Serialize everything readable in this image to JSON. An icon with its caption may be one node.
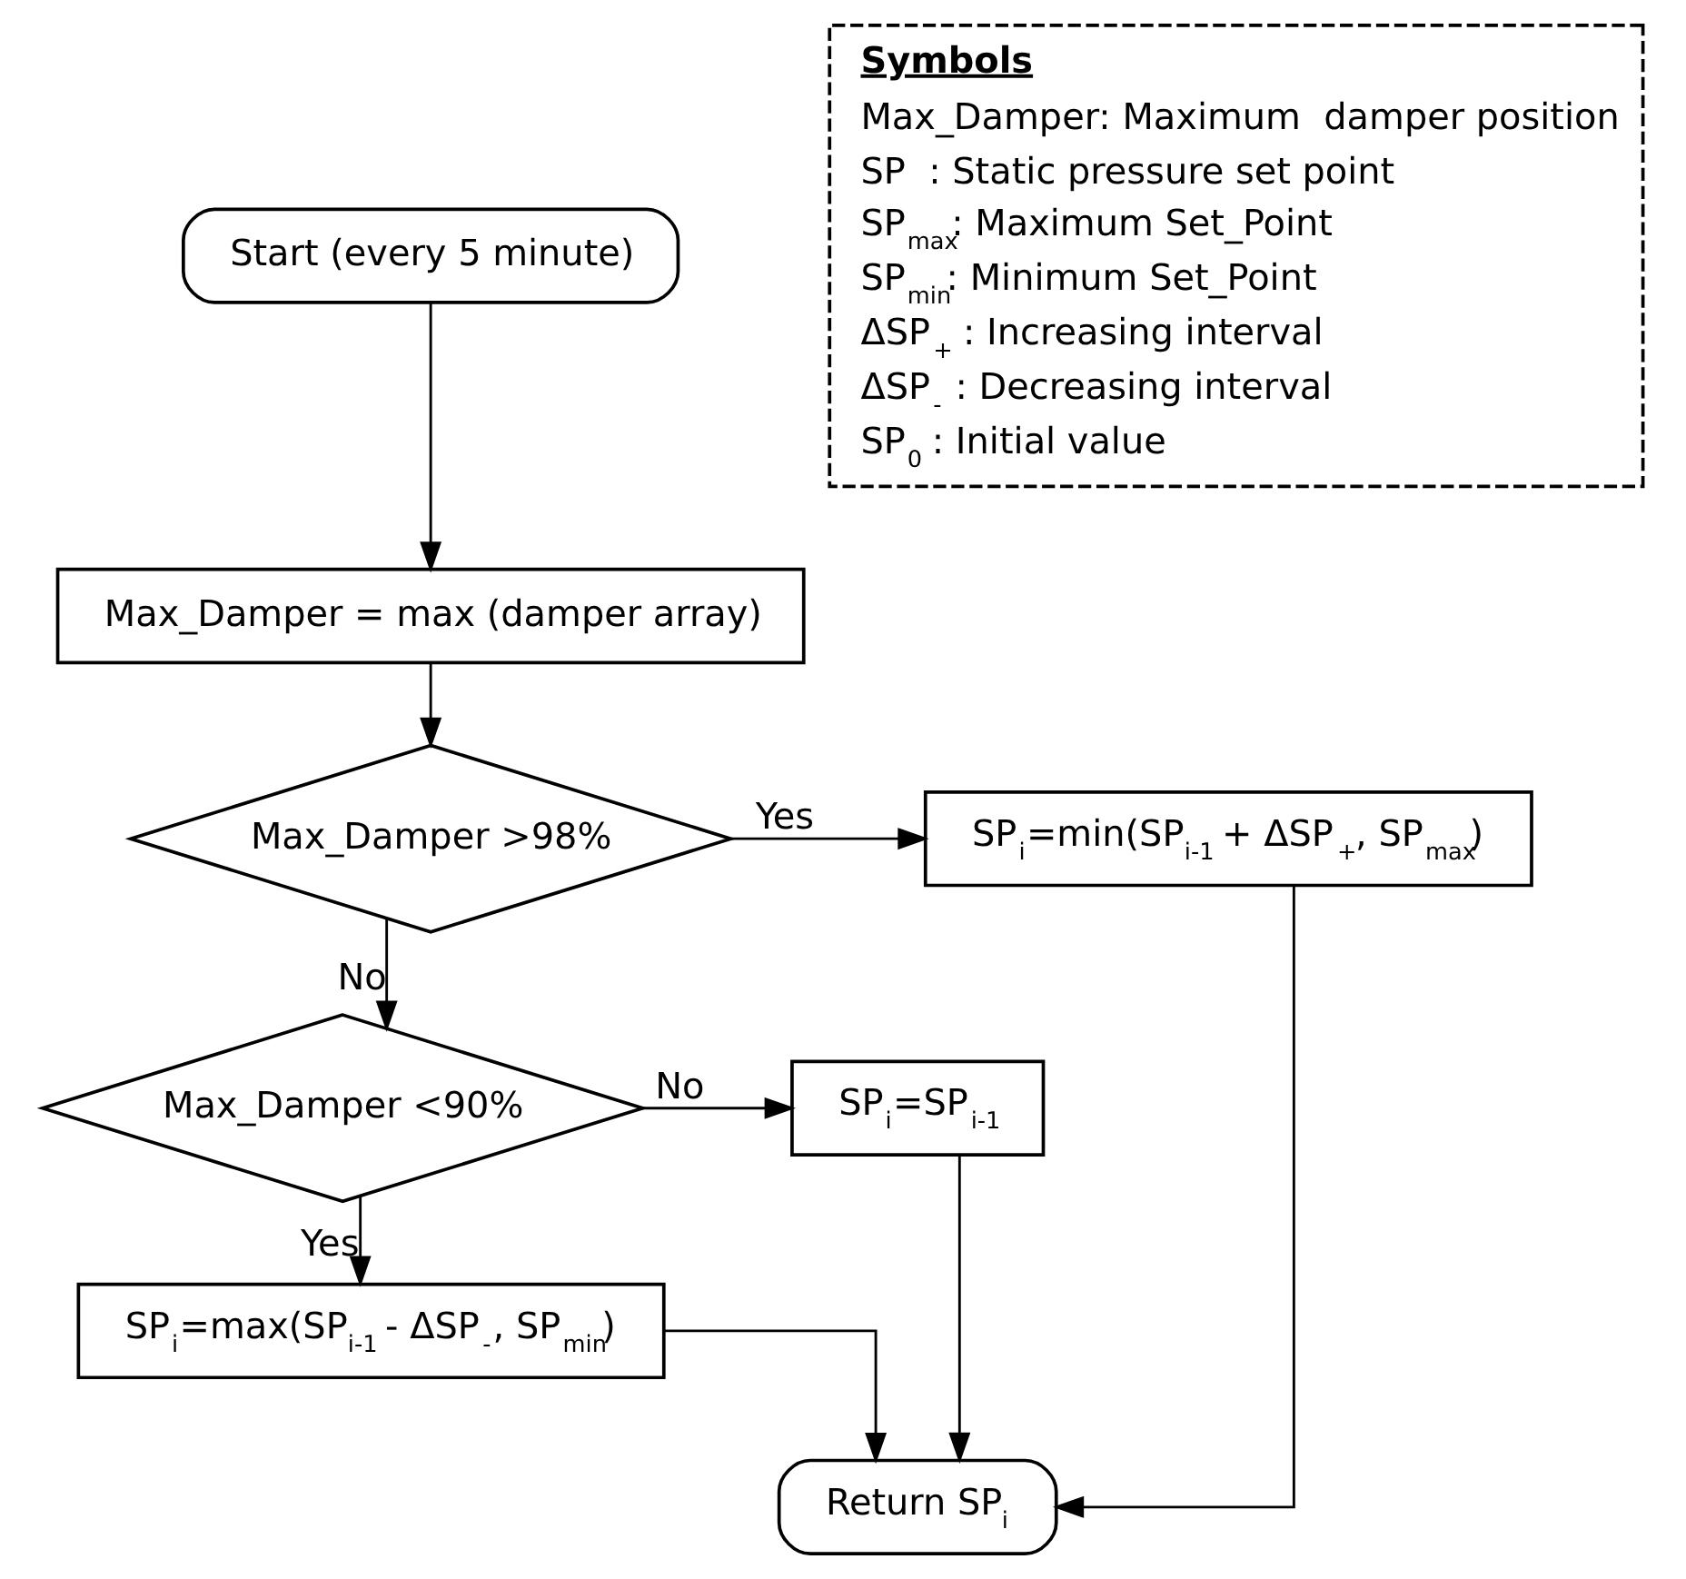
{
  "diagram": {
    "nodes": [
      {
        "text": [
          "Start (every 5 minute)"
        ]
      },
      {
        "text": [
          "Max_Damper = max (damper array)"
        ]
      },
      {
        "text": [
          "Max_Damper >98%"
        ]
      },
      {
        "text": [
          "SP$_{i}$=min(SP$_{i-1}$ + ΔSP$_{+}$, SP$_{max}$)"
        ]
      },
      {
        "text": [
          "Max_Damper <90%"
        ]
      },
      {
        "text": [
          "SP$_{i}$=SP$_{i-1}$"
        ]
      },
      {
        "text": [
          "SP$_{i}$=max(SP$_{i-1}$ - ΔSP$_{-}$, SP$_{min}$)"
        ]
      },
      {
        "text": [
          "Return SP$_{i}$"
        ]
      },
      {
        "text": [
          "Symbols",
          "Max_Damper: Maximum  damper position",
          "SP  : Static pressure set point",
          "SP$_{max}$: Maximum Set_Point",
          "SP$_{min}$: Minimum Set_Point",
          "ΔSP$_{+}$ : Increasing interval",
          "ΔSP$_{-}$ : Decreasing interval",
          "SP$_{0}$ : Initial value"
        ]
      }
    ],
    "edges": [
      {
        "from": 0,
        "to": 1,
        "arrow": "to"
      },
      {
        "from": 1,
        "to": 2,
        "arrow": "to"
      },
      {
        "from": 2,
        "to": 3,
        "label": "Yes",
        "arrow": "to"
      },
      {
        "from": 2,
        "to": 4,
        "label": "No",
        "arrow": "to"
      },
      {
        "from": 4,
        "to": 5,
        "label": "No",
        "arrow": "to"
      },
      {
        "from": 4,
        "to": 6,
        "label": "Yes",
        "arrow": "to"
      },
      {
        "from": 6,
        "to": 7,
        "arrow": "to"
      },
      {
        "from": 3,
        "to": 7,
        "arrow": "to"
      },
      {
        "from": 5,
        "to": 7,
        "arrow": "to"
      }
    ]
  }
}
